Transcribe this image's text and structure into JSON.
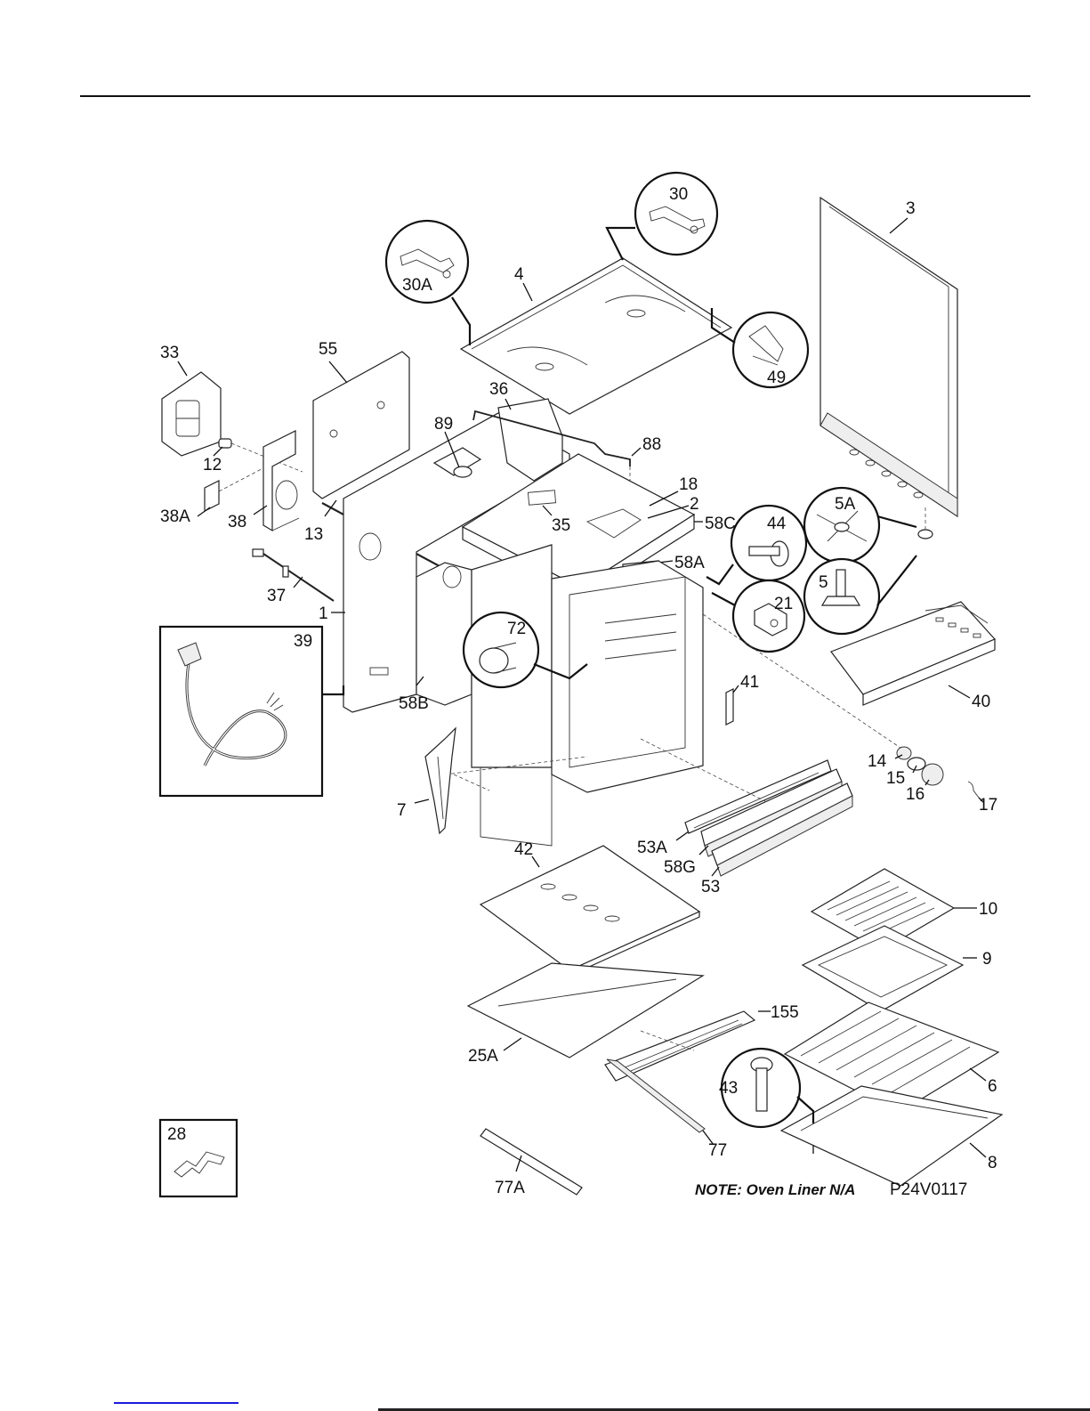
{
  "diagram": {
    "title": "",
    "note": "NOTE: Oven Liner N/A",
    "drawing_code": "P24V0117",
    "labels": {
      "p1": "1",
      "p2": "2",
      "p3": "3",
      "p4": "4",
      "p5": "5",
      "p5a": "5A",
      "p6": "6",
      "p7": "7",
      "p8": "8",
      "p9": "9",
      "p10": "10",
      "p12": "12",
      "p13": "13",
      "p14": "14",
      "p15": "15",
      "p16": "16",
      "p17": "17",
      "p18": "18",
      "p21": "21",
      "p25a": "25A",
      "p28": "28",
      "p30": "30",
      "p30a": "30A",
      "p33": "33",
      "p35": "35",
      "p36": "36",
      "p37": "37",
      "p38": "38",
      "p38a": "38A",
      "p39": "39",
      "p40": "40",
      "p41": "41",
      "p42": "42",
      "p43": "43",
      "p44": "44",
      "p49": "49",
      "p53": "53",
      "p53a": "53A",
      "p55": "55",
      "p58a": "58A",
      "p58b": "58B",
      "p58c": "58C",
      "p58g": "58G",
      "p72": "72",
      "p77": "77",
      "p77a": "77A",
      "p88": "88",
      "p89": "89",
      "p155": "155"
    }
  }
}
